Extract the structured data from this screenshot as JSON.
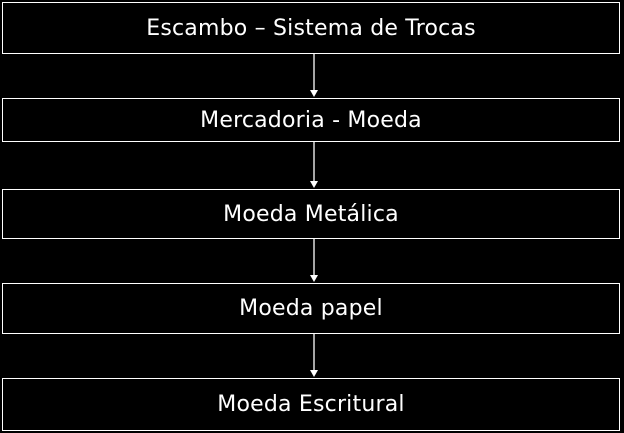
{
  "diagram": {
    "nodes": [
      {
        "label": "Escambo – Sistema de Trocas"
      },
      {
        "label": "Mercadoria - Moeda"
      },
      {
        "label": "Moeda Metálica"
      },
      {
        "label": "Moeda papel"
      },
      {
        "label": "Moeda Escritural"
      }
    ],
    "colors": {
      "background": "#000000",
      "stroke": "#ffffff",
      "text": "#ffffff"
    }
  }
}
